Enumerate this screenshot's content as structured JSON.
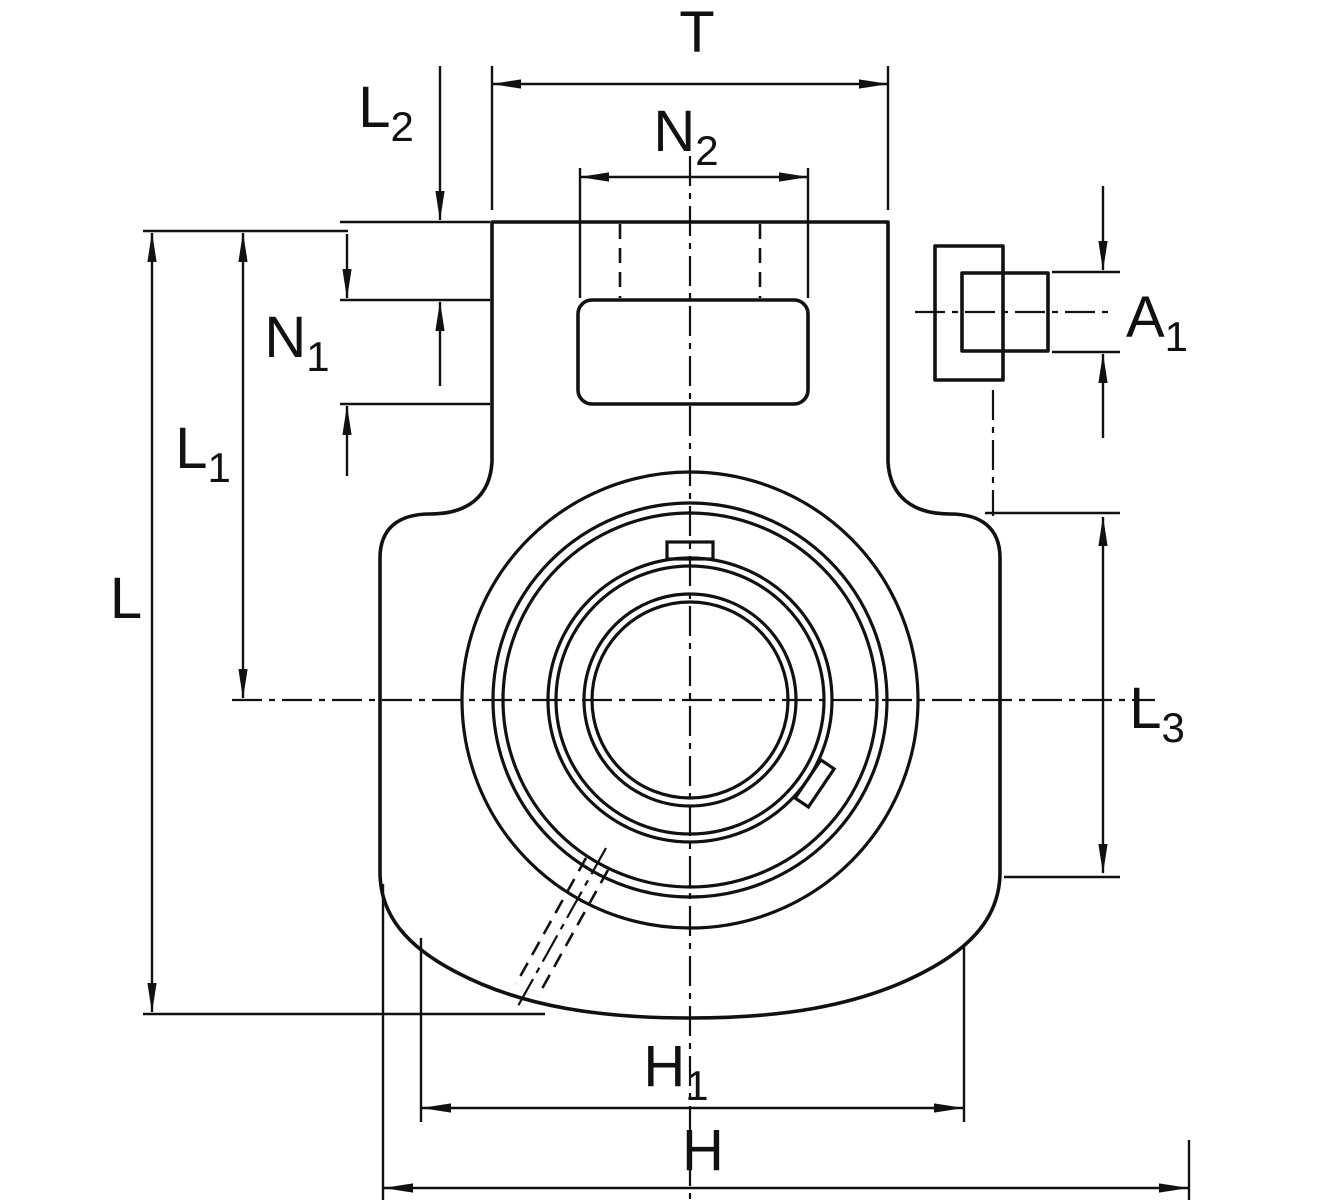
{
  "diagram": {
    "colors": {
      "ink": "#111111",
      "background": "#ffffff"
    },
    "dimensions": {
      "T": {
        "base": "T",
        "sub": ""
      },
      "N2": {
        "base": "N",
        "sub": "2"
      },
      "L2": {
        "base": "L",
        "sub": "2"
      },
      "N1": {
        "base": "N",
        "sub": "1"
      },
      "L1": {
        "base": "L",
        "sub": "1"
      },
      "L": {
        "base": "L",
        "sub": ""
      },
      "A1": {
        "base": "A",
        "sub": "1"
      },
      "L3": {
        "base": "L",
        "sub": "3"
      },
      "H1": {
        "base": "H",
        "sub": "1"
      },
      "H": {
        "base": "H",
        "sub": ""
      }
    }
  }
}
